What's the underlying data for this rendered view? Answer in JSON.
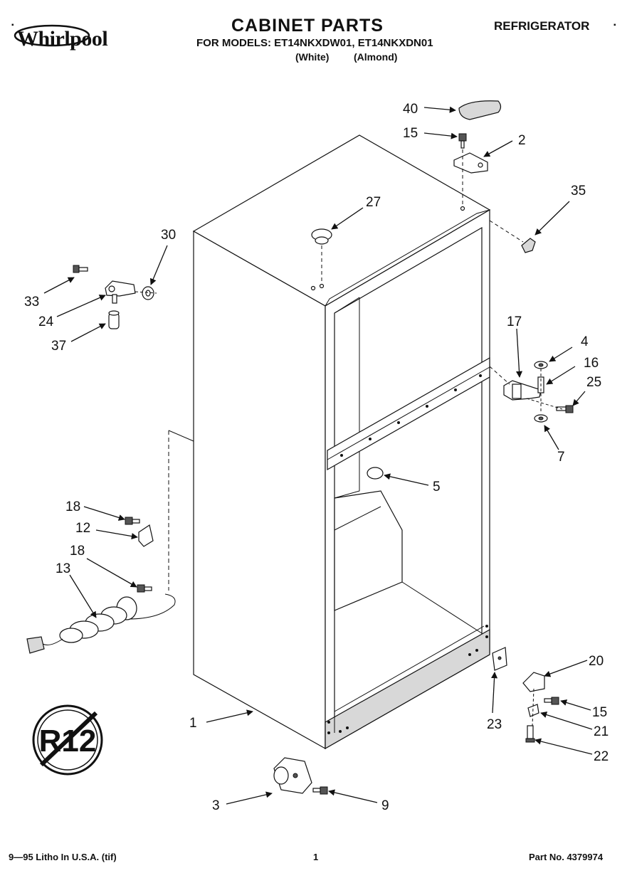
{
  "header": {
    "brand": "Whirlpool",
    "title": "CABINET PARTS",
    "appliance": "REFRIGERATOR",
    "models_line": "FOR MODELS: ET14NKXDW01, ET14NKXDN01",
    "color_1": "(White)",
    "color_2": "(Almond)",
    "corner_mark": "▪"
  },
  "callouts": {
    "c1": "1",
    "c2": "2",
    "c3": "3",
    "c4": "4",
    "c5": "5",
    "c7": "7",
    "c9": "9",
    "c12": "12",
    "c13": "13",
    "c15a": "15",
    "c15b": "15",
    "c16": "16",
    "c17": "17",
    "c18a": "18",
    "c18b": "18",
    "c20": "20",
    "c21": "21",
    "c22": "22",
    "c23": "23",
    "c24": "24",
    "c25": "25",
    "c27": "27",
    "c30": "30",
    "c33": "33",
    "c35": "35",
    "c37": "37",
    "c40": "40"
  },
  "badge": {
    "text": "R12"
  },
  "footer": {
    "left": "9—95 Litho In U.S.A. (tif)",
    "page": "1",
    "part_no": "Part No. 4379974"
  }
}
